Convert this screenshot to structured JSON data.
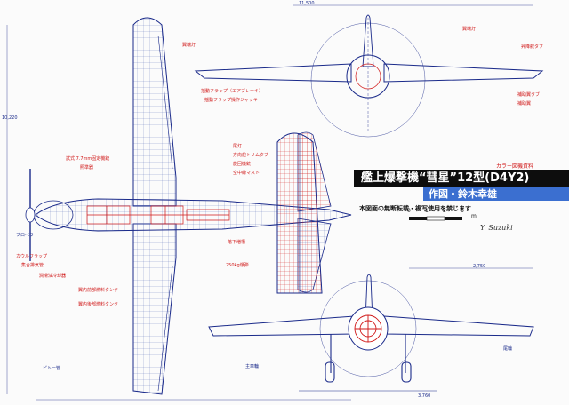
{
  "title": "艦上爆撃機“彗星”12型(D4Y2)",
  "credit": "作図・鈴木幸雄",
  "notice": "本図面の無断転載・複写使用を禁じます",
  "series_tag": "カラー図機資料",
  "scale": {
    "ticks": [
      "0",
      "1",
      "2",
      "3"
    ],
    "unit": "m"
  },
  "dimensions": {
    "span": "11,500",
    "length": "10,220",
    "prop_dia": "2,750",
    "wheel_track": "3,760"
  },
  "signature": "Y. Suzuki",
  "callouts": [
    {
      "id": "nav-light-l",
      "text": "翼端灯"
    },
    {
      "id": "flap",
      "text": "揺動フラップ（エアブレーキ）"
    },
    {
      "id": "flap-jack",
      "text": "揺動フラップ操作ジャッキ"
    },
    {
      "id": "gun-77",
      "text": "試式 7.7mm固定機銃"
    },
    {
      "id": "gunsight",
      "text": "照準器"
    },
    {
      "id": "tail-light",
      "text": "尾灯"
    },
    {
      "id": "rudder-tab",
      "text": "方向舵トリムタブ"
    },
    {
      "id": "tail-gun",
      "text": "旋回機銃"
    },
    {
      "id": "radio-mast",
      "text": "空中線マスト"
    },
    {
      "id": "cowl-flap",
      "text": "カウルフラップ"
    },
    {
      "id": "exhaust",
      "text": "集合排気管"
    },
    {
      "id": "oil-cooler",
      "text": "潤滑油冷却器"
    },
    {
      "id": "fuel-tank-1",
      "text": "翼内前部燃料タンク"
    },
    {
      "id": "fuel-tank-2",
      "text": "翼内後部燃料タンク"
    },
    {
      "id": "drop-tank",
      "text": "落下増槽"
    },
    {
      "id": "pitot",
      "text": "ピトー管"
    },
    {
      "id": "main-wheel",
      "text": "主車輪"
    },
    {
      "id": "tail-wheel",
      "text": "尾輪"
    },
    {
      "id": "bomb",
      "text": "250kg爆弾"
    },
    {
      "id": "propeller",
      "text": "プロペラ"
    },
    {
      "id": "aileron-tab",
      "text": "補助翼タブ"
    },
    {
      "id": "aileron",
      "text": "補助翼"
    },
    {
      "id": "nav-light-r",
      "text": "翼端灯"
    },
    {
      "id": "elevator-tab",
      "text": "昇降舵タブ"
    }
  ],
  "colors": {
    "line": "#1a2a8a",
    "accent": "#d01818",
    "banner": "#0d0d0d",
    "credit": "#3b6fd0",
    "paper": "#fbfbfb"
  }
}
